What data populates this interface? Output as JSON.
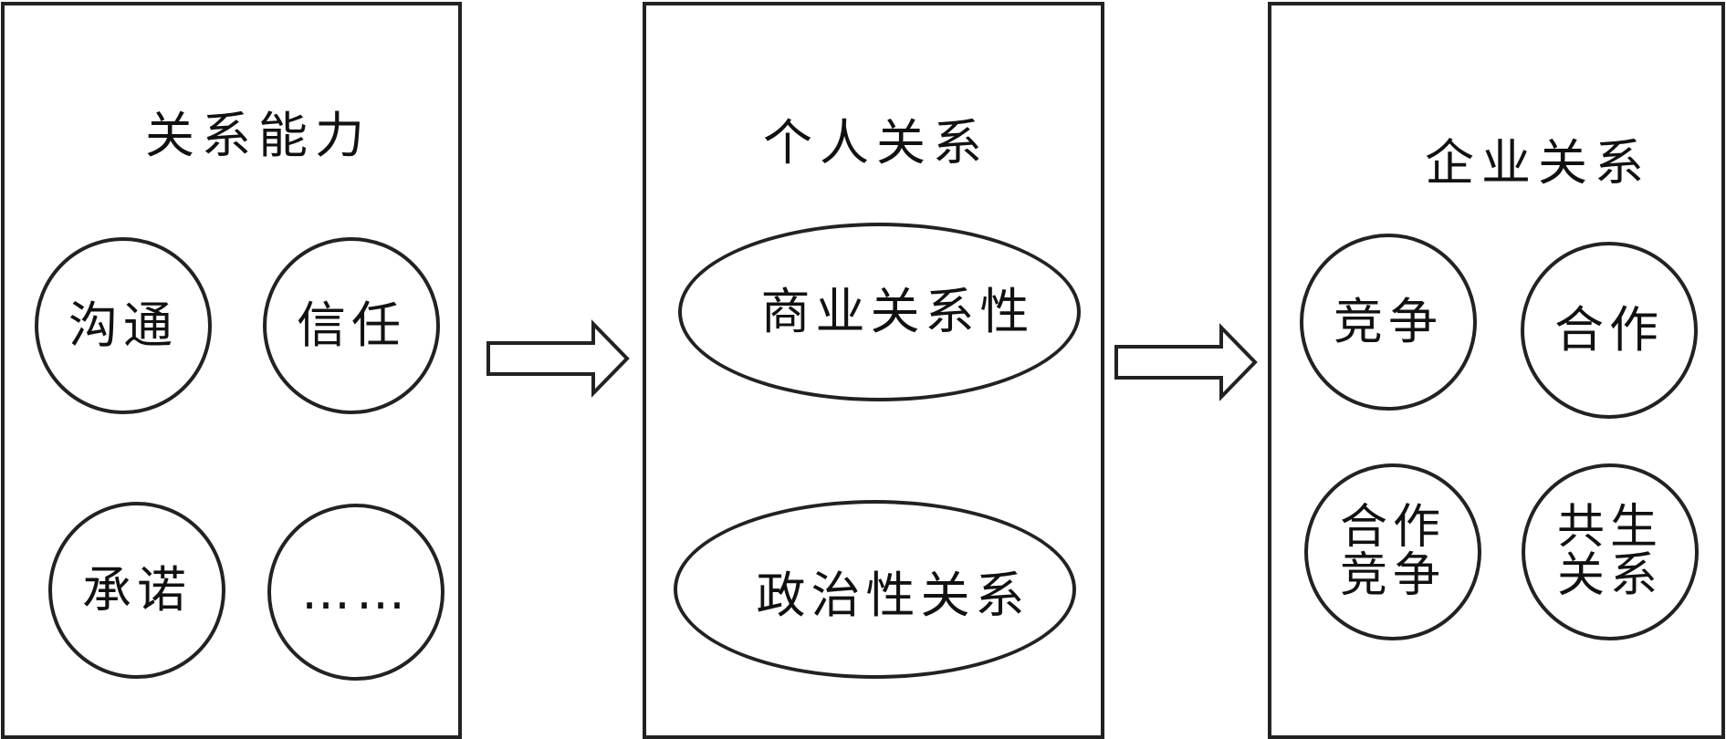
{
  "panels": {
    "relationship_capability": {
      "title": "关系能力",
      "items": [
        "沟通",
        "信任",
        "承诺",
        "……"
      ]
    },
    "personal_relationship": {
      "title": "个人关系",
      "items": [
        "商业关系性",
        "政治性关系"
      ]
    },
    "enterprise_relationship": {
      "title": "企业关系",
      "items": [
        "竞争",
        "合作",
        "合作竞争",
        "共生关系"
      ],
      "two_line_items": {
        "coopetition": {
          "line1": "合作",
          "line2": "竞争"
        },
        "symbiosis": {
          "line1": "共生",
          "line2": "关系"
        }
      }
    }
  }
}
